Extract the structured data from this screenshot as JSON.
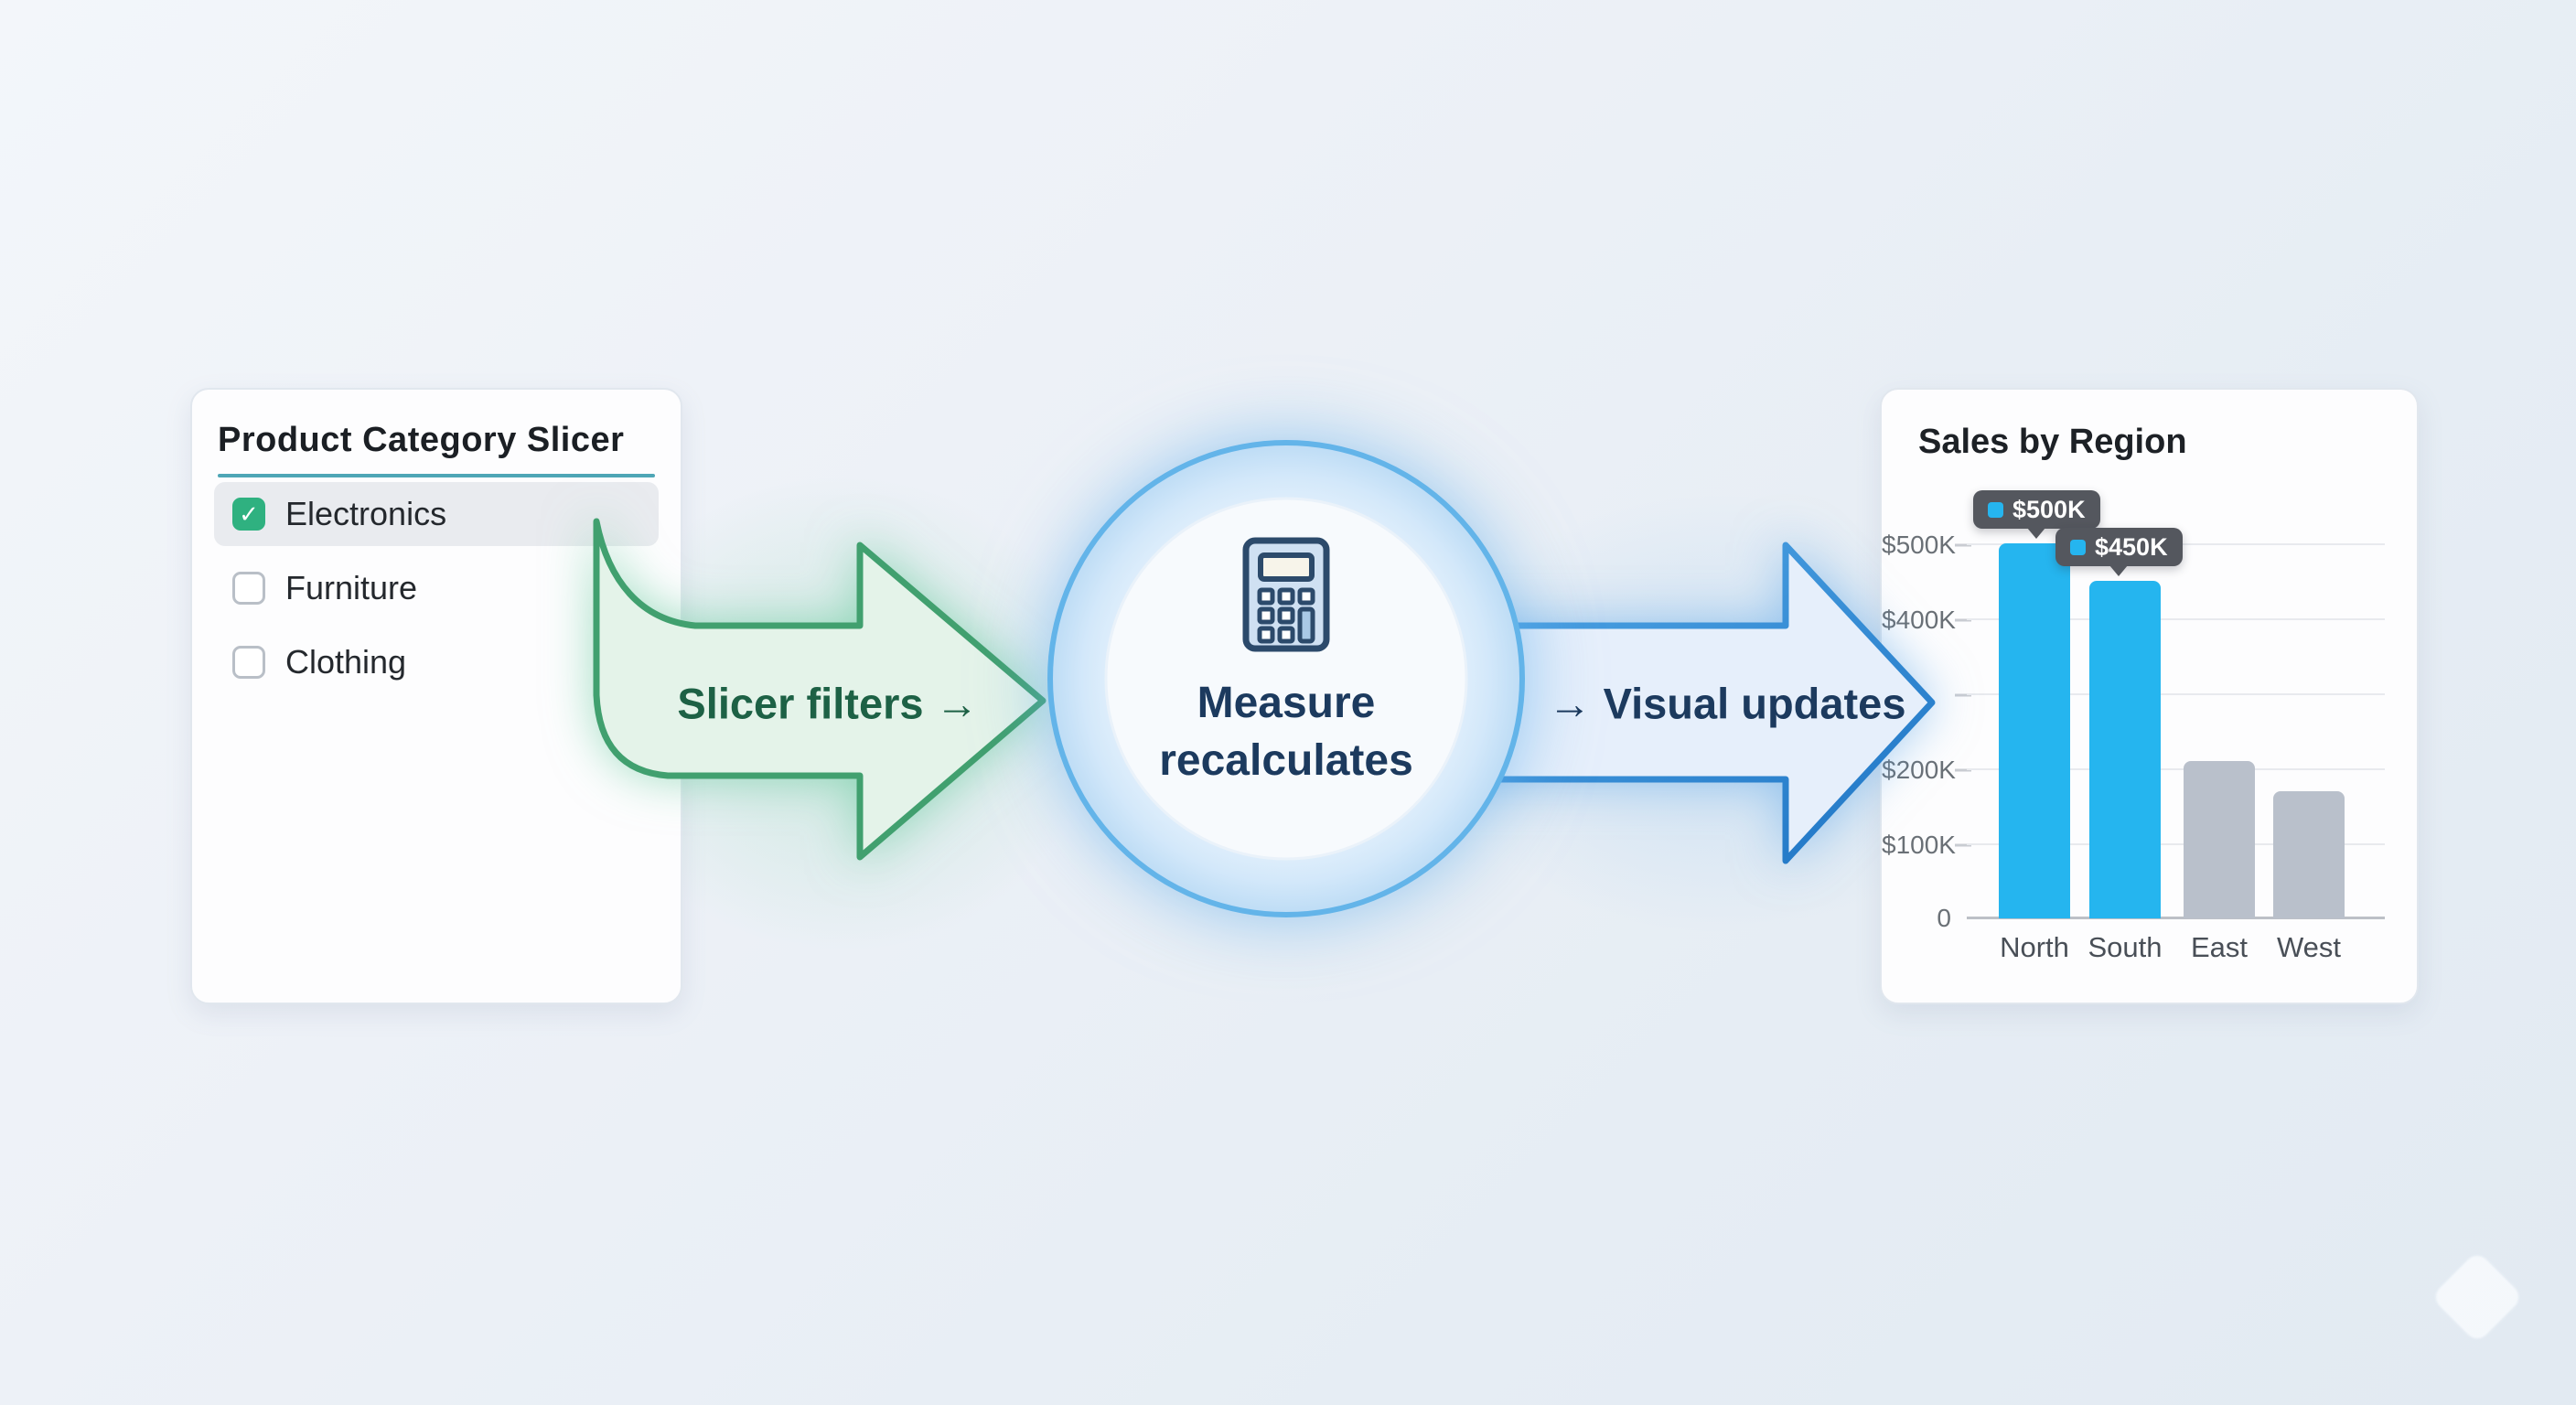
{
  "slicer": {
    "title": "Product Category Slicer",
    "check_glyph": "✓",
    "items": [
      {
        "label": "Electronics",
        "checked": true,
        "highlighted": true
      },
      {
        "label": "Furniture",
        "checked": false,
        "highlighted": false
      },
      {
        "label": "Clothing",
        "checked": false,
        "highlighted": false
      }
    ]
  },
  "flow": {
    "step1_label": "Slicer filters →",
    "center_icon": "calculator-icon",
    "center_line1": "Measure",
    "center_line2": "recalculates",
    "step2_label": "→ Visual updates"
  },
  "chart": {
    "title": "Sales by Region"
  },
  "chart_data": {
    "type": "bar",
    "title": "Sales by Region",
    "categories": [
      "North",
      "South",
      "East",
      "West"
    ],
    "values": [
      500,
      450,
      210,
      170
    ],
    "value_unit": "K",
    "ylim": [
      0,
      550
    ],
    "grid": true,
    "y_ticks": [
      {
        "value": 0,
        "label": "0"
      },
      {
        "value": 100,
        "label": "$100K"
      },
      {
        "value": 200,
        "label": "$200K"
      },
      {
        "value": 300,
        "label": ""
      },
      {
        "value": 400,
        "label": "$400K"
      },
      {
        "value": 500,
        "label": "$500K"
      }
    ],
    "bar_colors": [
      "#25b5ef",
      "#25b5ef",
      "#b9c0cb",
      "#b9c0cb"
    ],
    "data_labels": [
      {
        "category": "North",
        "label": "$500K"
      },
      {
        "category": "South",
        "label": "$450K"
      }
    ]
  },
  "colors": {
    "check_green": "#2fb180",
    "slicer_underline": "#4ea6b6",
    "green_arrow_fill": "#e4f3e9",
    "green_arrow_stroke": "#41a06f",
    "green_label_text": "#1d6145",
    "blue_arrow_fill": "#e6effb",
    "blue_arrow_stroke": "#2f8ad5",
    "navy_text": "#1c3a5e",
    "ring_stroke": "#63b4e9",
    "bar_cyan": "#25b5ef",
    "bar_gray": "#b9c0cb",
    "tooltip_bg": "#54575e"
  }
}
